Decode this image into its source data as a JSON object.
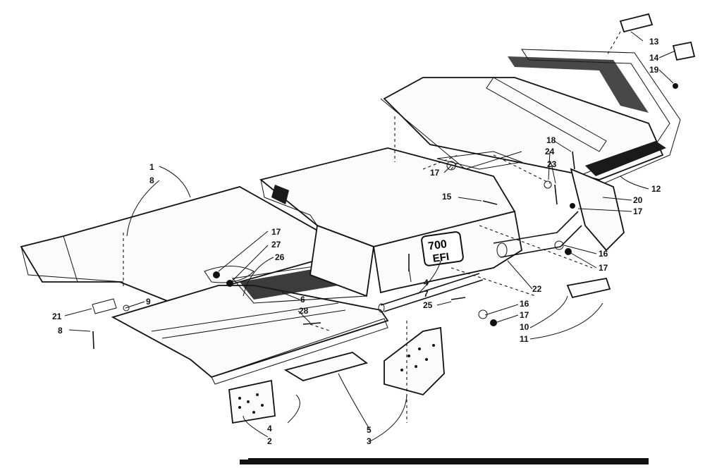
{
  "decal": {
    "line1": "700",
    "line2": "EFI"
  },
  "callouts": [
    {
      "id": "c1",
      "text": "1"
    },
    {
      "id": "c8a",
      "text": "8"
    },
    {
      "id": "c21",
      "text": "21"
    },
    {
      "id": "c8b",
      "text": "8"
    },
    {
      "id": "c9",
      "text": "9"
    },
    {
      "id": "c17a",
      "text": "17"
    },
    {
      "id": "c27",
      "text": "27"
    },
    {
      "id": "c26",
      "text": "26"
    },
    {
      "id": "c6",
      "text": "6"
    },
    {
      "id": "c28",
      "text": "28"
    },
    {
      "id": "c4a",
      "text": "4"
    },
    {
      "id": "c2",
      "text": "2"
    },
    {
      "id": "c5",
      "text": "5"
    },
    {
      "id": "c3",
      "text": "3"
    },
    {
      "id": "c4b",
      "text": "4"
    },
    {
      "id": "c7",
      "text": "7"
    },
    {
      "id": "c25",
      "text": "25"
    },
    {
      "id": "c16a",
      "text": "16"
    },
    {
      "id": "c17b",
      "text": "17"
    },
    {
      "id": "c22",
      "text": "22"
    },
    {
      "id": "c10",
      "text": "10"
    },
    {
      "id": "c11",
      "text": "11"
    },
    {
      "id": "c16b",
      "text": "16"
    },
    {
      "id": "c17c",
      "text": "17"
    },
    {
      "id": "c17d",
      "text": "17"
    },
    {
      "id": "c15",
      "text": "15"
    },
    {
      "id": "c18",
      "text": "18"
    },
    {
      "id": "c24",
      "text": "24"
    },
    {
      "id": "c23",
      "text": "23"
    },
    {
      "id": "c12",
      "text": "12"
    },
    {
      "id": "c20",
      "text": "20"
    },
    {
      "id": "c17e",
      "text": "17"
    },
    {
      "id": "c13",
      "text": "13"
    },
    {
      "id": "c14",
      "text": "14"
    },
    {
      "id": "c19",
      "text": "19"
    }
  ]
}
